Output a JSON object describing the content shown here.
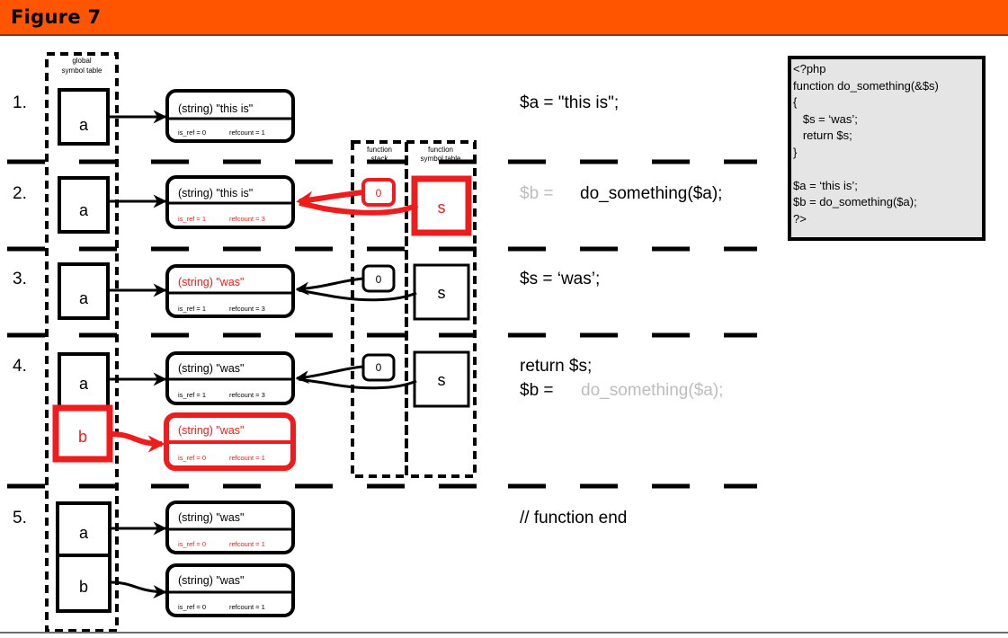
{
  "header": {
    "title": "Figure 7"
  },
  "colors": {
    "accent": "#ff5400",
    "highlight": "#ee1c1c",
    "muted": "#bdbdbd",
    "code_bg": "#e5e5e5"
  },
  "labels": {
    "global_table": [
      "global",
      "symbol table"
    ],
    "function_stack": [
      "function",
      "stack"
    ],
    "function_symbol_table": [
      "function",
      "symbol table"
    ]
  },
  "steps": [
    {
      "number": "1."
    },
    {
      "number": "2."
    },
    {
      "number": "3."
    },
    {
      "number": "4."
    },
    {
      "number": "5."
    }
  ],
  "symbols": {
    "a": "a",
    "b": "b",
    "s": "s",
    "stack_value": "0"
  },
  "values": [
    {
      "type": "(string) \"this is\"",
      "is_ref": "is_ref = 0",
      "refcount": "refcount = 1"
    },
    {
      "type": "(string) \"this is\"",
      "is_ref": "is_ref = 1",
      "refcount": "refcount = 3"
    },
    {
      "type": "(string) \"was\"",
      "is_ref": "is_ref = 1",
      "refcount": "refcount = 3"
    },
    {
      "type": "(string) \"was\"",
      "is_ref": "is_ref = 1",
      "refcount": "refcount = 3"
    },
    {
      "type": "(string) \"was\"",
      "is_ref": "is_ref = 0",
      "refcount": "refcount = 1"
    },
    {
      "type": "(string) \"was\"",
      "is_ref": "is_ref = 0",
      "refcount": "refcount = 1"
    },
    {
      "type": "(string) \"was\"",
      "is_ref": "is_ref = 0",
      "refcount": "refcount = 1"
    }
  ],
  "statements": {
    "s1": "$a = \"this is\";",
    "s2_prefix": "$b =",
    "s2_call": "do_something($a);",
    "s3": "$s = ‘was’;",
    "s4_return": "return $s;",
    "s4_prefix": "$b =",
    "s4_call": "do_something($a);",
    "s5": "// function end"
  },
  "code": [
    "<?php",
    "function do_something(&$s)",
    "{",
    "   $s = ‘was’;",
    "   return $s;",
    "}",
    "",
    "$a = ‘this is’;",
    "$b = do_something($a);",
    "?>"
  ]
}
